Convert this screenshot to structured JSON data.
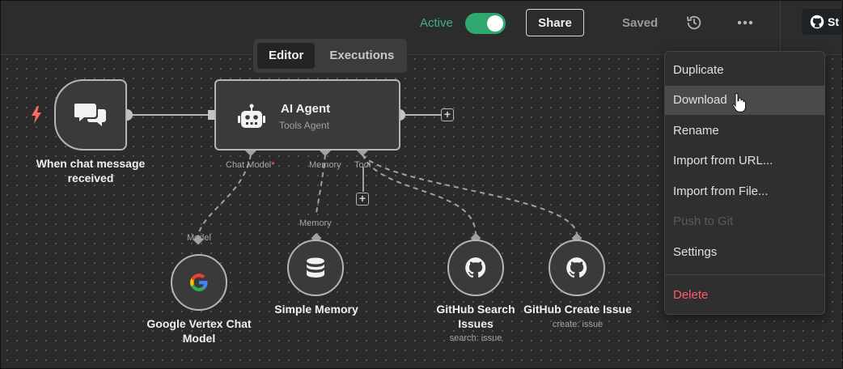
{
  "topbar": {
    "active_label": "Active",
    "active_on": true,
    "share_label": "Share",
    "saved_label": "Saved",
    "history_icon": "history-icon",
    "more_icon": "more-horizontal-icon",
    "github_label": "St"
  },
  "tabs": [
    {
      "label": "Editor",
      "selected": true
    },
    {
      "label": "Executions",
      "selected": false
    }
  ],
  "nodes": {
    "trigger": {
      "label": "When chat message received",
      "icon": "chat-bubbles-icon"
    },
    "agent": {
      "title": "AI Agent",
      "subtitle": "Tools Agent",
      "icon": "robot-icon"
    },
    "ports": {
      "chat_model": "Chat Model",
      "memory": "Memory",
      "tool": "Tool",
      "required_mark": "*"
    },
    "vertex": {
      "label": "Google Vertex Chat Model",
      "port": "Model"
    },
    "memory": {
      "label": "Simple Memory",
      "port": "Memory"
    },
    "gh_search": {
      "label": "GitHub Search Issues",
      "sub": "search: issue"
    },
    "gh_create": {
      "label": "GitHub Create Issue",
      "sub": "create: issue"
    }
  },
  "menu": {
    "items": [
      {
        "label": "Duplicate",
        "state": "normal"
      },
      {
        "label": "Download",
        "state": "hover"
      },
      {
        "label": "Rename",
        "state": "normal"
      },
      {
        "label": "Import from URL...",
        "state": "normal"
      },
      {
        "label": "Import from File...",
        "state": "normal"
      },
      {
        "label": "Push to Git",
        "state": "disabled"
      },
      {
        "label": "Settings",
        "state": "normal"
      }
    ],
    "danger_item": {
      "label": "Delete"
    }
  },
  "colors": {
    "accent_green": "#2ea86e",
    "danger": "#ff5c6c",
    "trigger_bolt": "#ff6d5a"
  }
}
